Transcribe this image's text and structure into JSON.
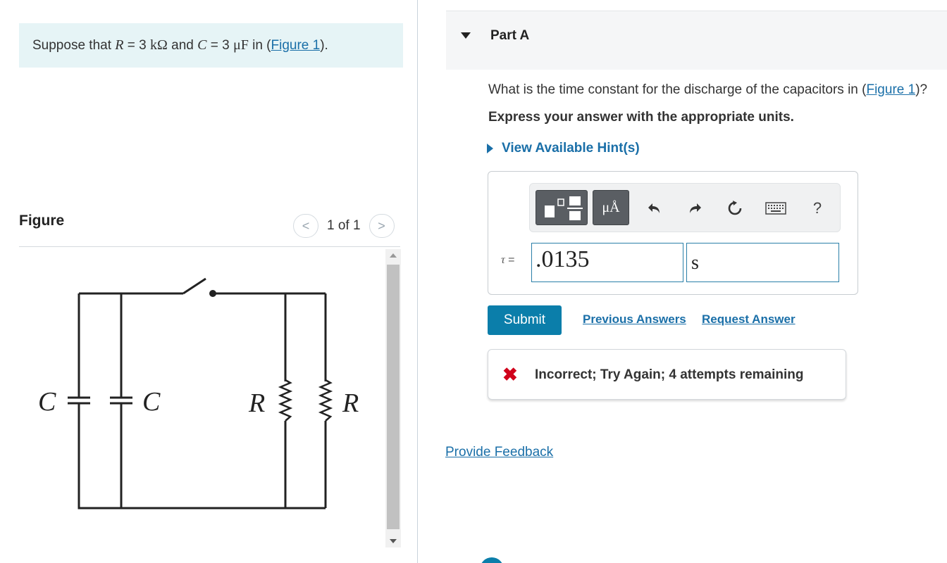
{
  "intro": {
    "text_pre": "Suppose that ",
    "r_symbol": "R",
    "eq1": " = 3 ",
    "r_unit": "kΩ",
    "and": " and ",
    "c_symbol": "C",
    "eq2": " = 3 ",
    "c_unit": "μF",
    "in": " in (",
    "figure_link": "Figure 1",
    "close": ")."
  },
  "figure_panel": {
    "heading": "Figure",
    "pager_count": "1 of 1",
    "prev_icon": "chevron-left-icon",
    "next_icon": "chevron-right-icon",
    "circuit_labels": {
      "c_left": "C",
      "c_right": "C",
      "r_left": "R",
      "r_right": "R"
    }
  },
  "part": {
    "title": "Part A",
    "question_pre": "What is the time constant for the discharge of the capacitors in (",
    "question_link": "Figure 1",
    "question_post": ")?",
    "instruction": "Express your answer with the appropriate units.",
    "hints_label": "View Available Hint(s)"
  },
  "answer": {
    "toolbar": {
      "templates_icon": "fraction-template-icon",
      "units_label": "μÅ",
      "undo_icon": "undo-icon",
      "redo_icon": "redo-icon",
      "reset_icon": "reset-icon",
      "keyboard_icon": "keyboard-icon",
      "help_label": "?"
    },
    "variable": "τ",
    "equals": " =",
    "value": ".0135",
    "unit": "s"
  },
  "actions": {
    "submit": "Submit",
    "previous_answers": "Previous Answers",
    "request_answer": "Request Answer"
  },
  "feedback": {
    "icon": "close-x-icon",
    "mark": "✖",
    "message": "Incorrect; Try Again; 4 attempts remaining",
    "color": "#d0021b"
  },
  "footer": {
    "provide_feedback": "Provide Feedback"
  }
}
